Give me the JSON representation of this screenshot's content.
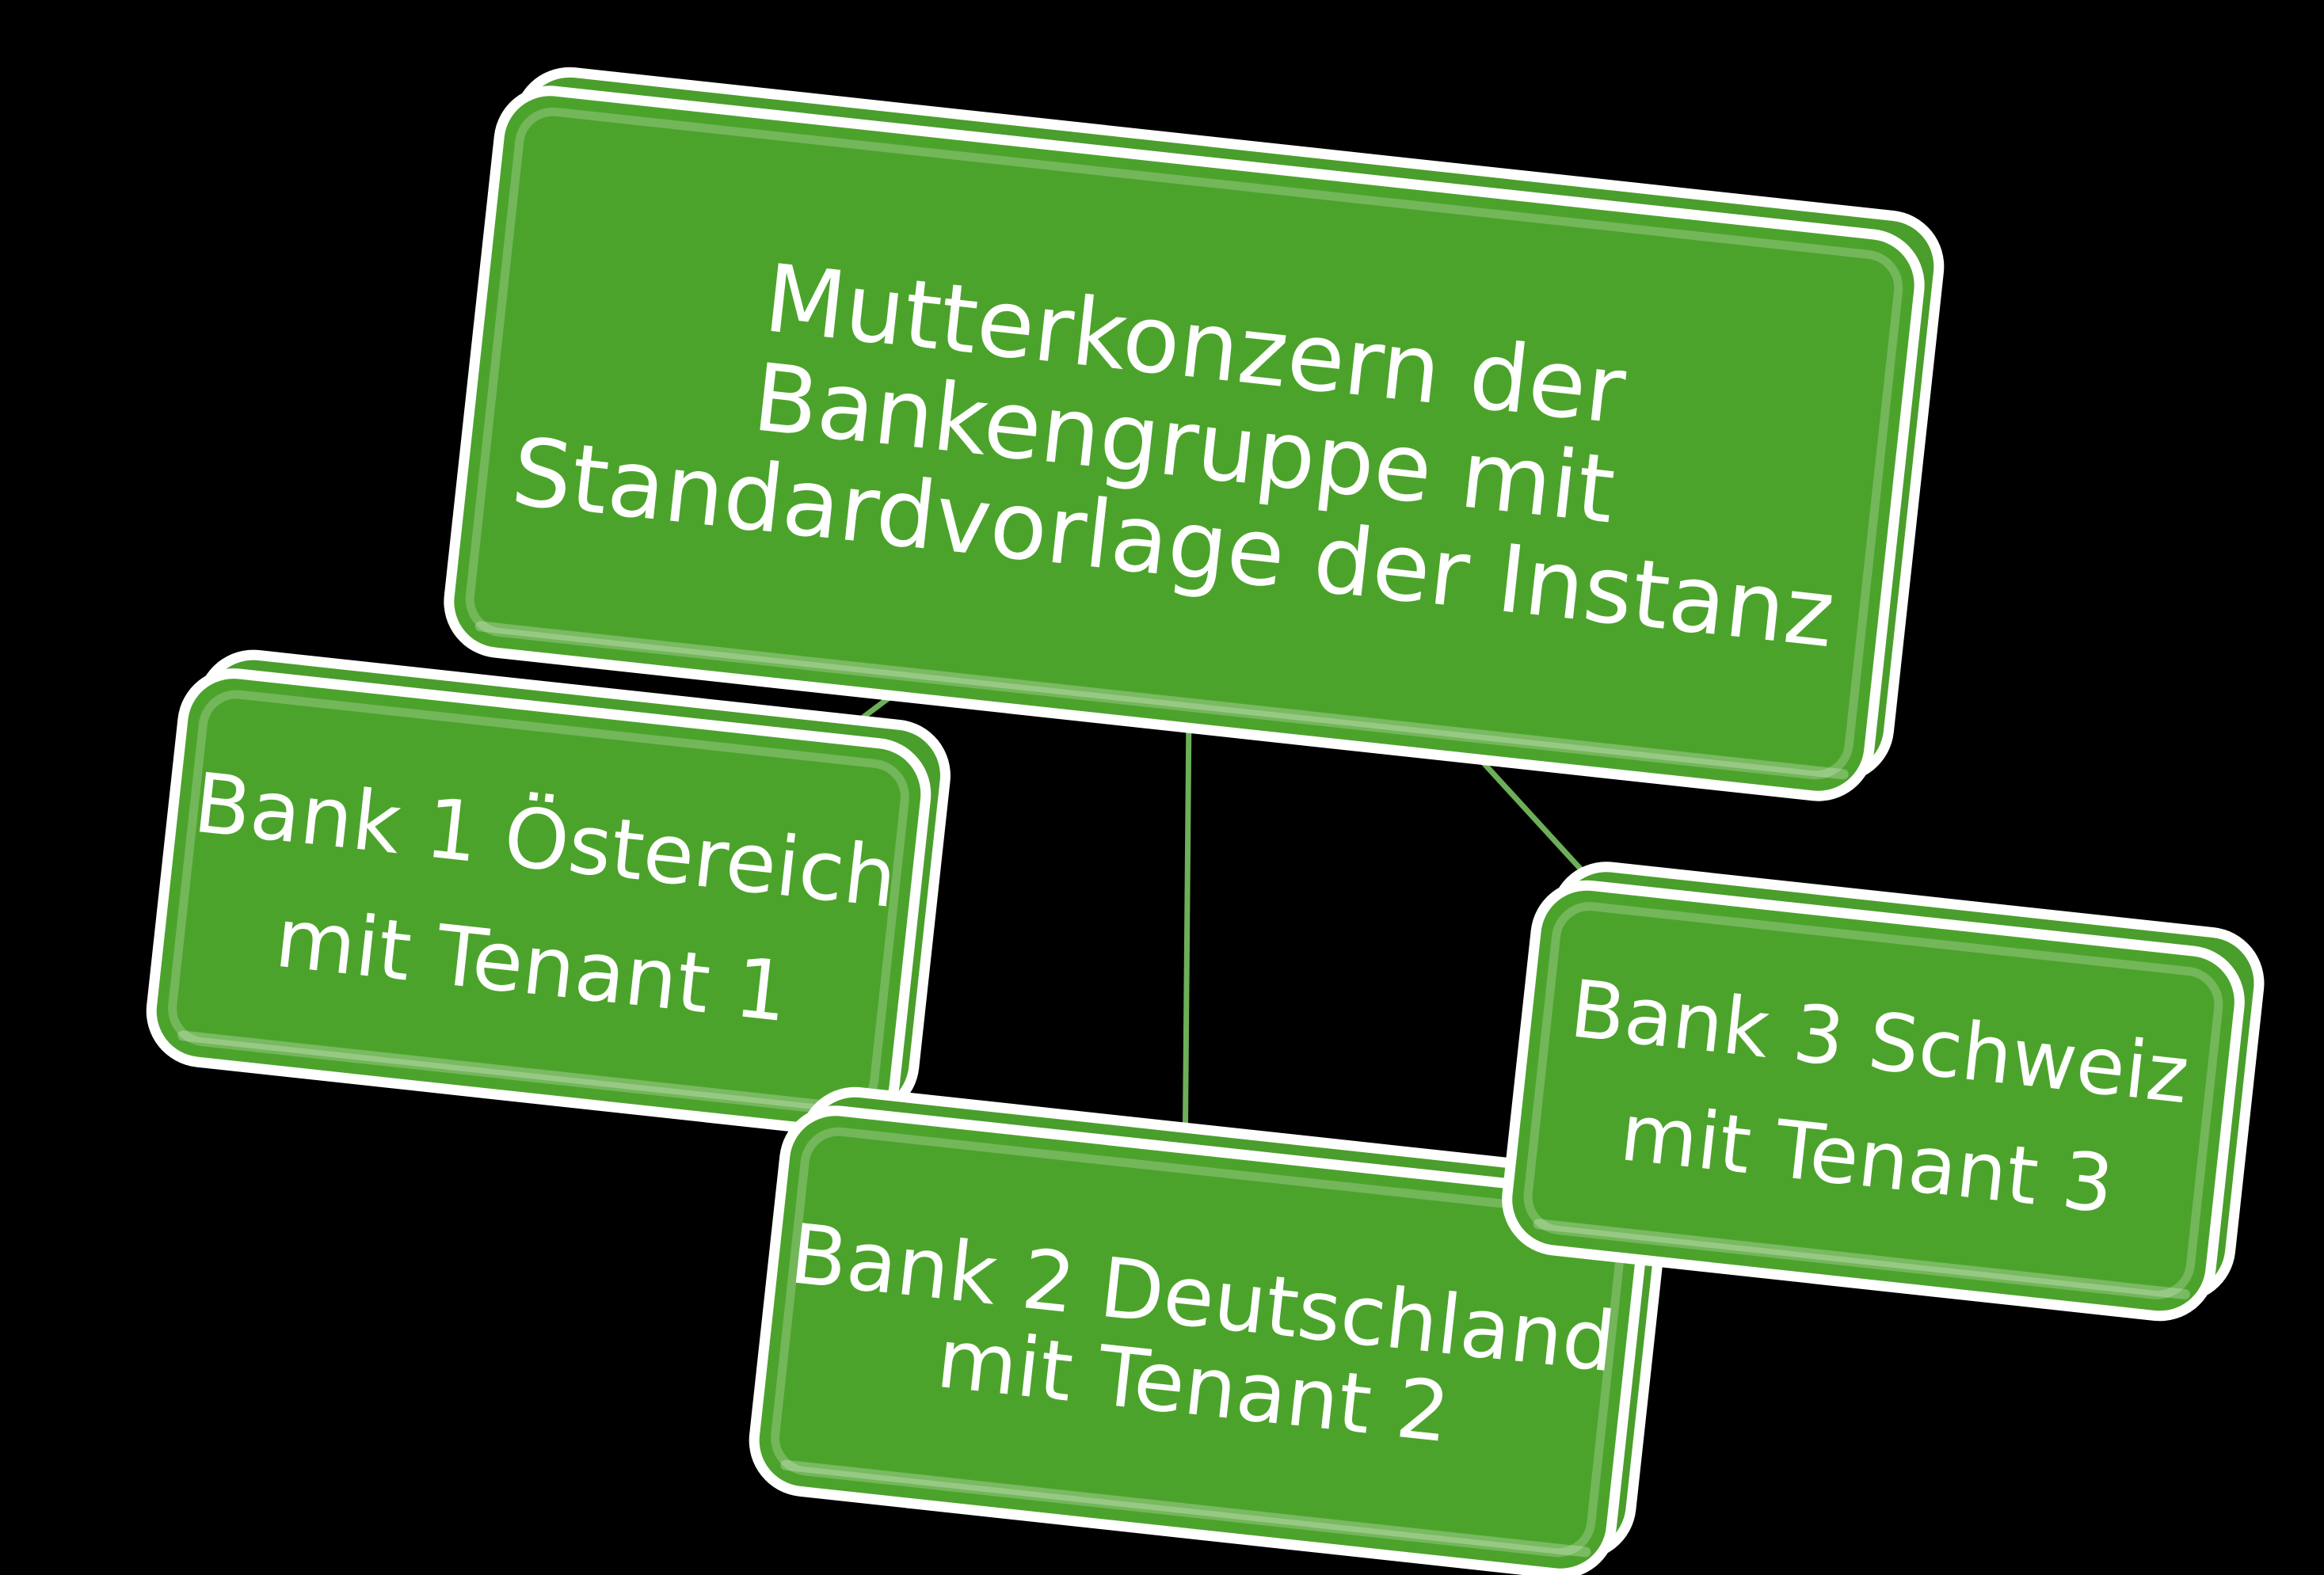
{
  "diagram": {
    "title": "Bankengruppe Mandanten-Hierarchie",
    "type": "hierarchy",
    "background_color": "#000000",
    "node_fill_color": "#4ca32c",
    "node_border_color": "#ffffff",
    "node_text_color": "#ffffff",
    "edge_color": "#6caf58",
    "nodes": [
      {
        "id": "root",
        "role": "parent",
        "lines": [
          "Mutterkonzern der",
          "Bankengruppe mit",
          "Standardvorlage der Instanz"
        ]
      },
      {
        "id": "bank1",
        "role": "child",
        "lines": [
          "Bank 1 Östereich",
          "mit Tenant 1"
        ]
      },
      {
        "id": "bank2",
        "role": "child",
        "lines": [
          "Bank 2 Deutschland",
          "mit Tenant 2"
        ]
      },
      {
        "id": "bank3",
        "role": "child",
        "lines": [
          "Bank 3 Schweiz",
          "mit Tenant 3"
        ]
      }
    ],
    "edges": [
      {
        "id": "root-bank1",
        "from": "root",
        "to": "bank1"
      },
      {
        "id": "root-bank2",
        "from": "root",
        "to": "bank2"
      },
      {
        "id": "root-bank3",
        "from": "root",
        "to": "bank3"
      }
    ]
  }
}
